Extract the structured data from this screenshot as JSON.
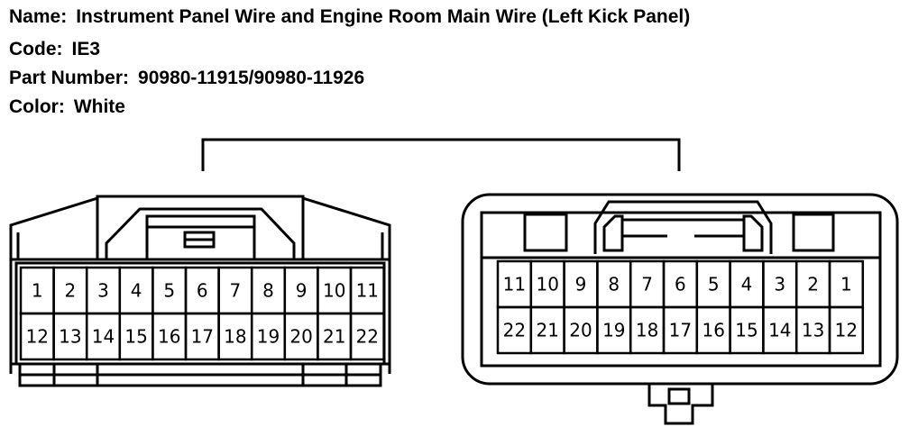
{
  "info": {
    "name_label": "Name:",
    "name_value": "Instrument Panel Wire and Engine Room Main Wire (Left Kick Panel)",
    "code_label": "Code:",
    "code_value": "IE3",
    "part_label": "Part Number:",
    "part_value": "90980-11915/90980-11926",
    "color_label": "Color:",
    "color_value": "White"
  },
  "left_connector": {
    "row1": [
      "1",
      "2",
      "3",
      "4",
      "5",
      "6",
      "7",
      "8",
      "9",
      "10",
      "11"
    ],
    "row2": [
      "12",
      "13",
      "14",
      "15",
      "16",
      "17",
      "18",
      "19",
      "20",
      "21",
      "22"
    ]
  },
  "right_connector": {
    "row1": [
      "11",
      "10",
      "9",
      "8",
      "7",
      "6",
      "5",
      "4",
      "3",
      "2",
      "1"
    ],
    "row2": [
      "22",
      "21",
      "20",
      "19",
      "18",
      "17",
      "16",
      "15",
      "14",
      "13",
      "12"
    ]
  }
}
